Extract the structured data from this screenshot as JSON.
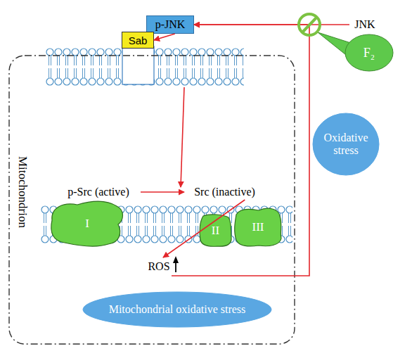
{
  "diagram": {
    "nodes": [
      {
        "text": [
          "Mitochondrion"
        ]
      },
      {
        "text": [
          "p-JNK"
        ]
      },
      {
        "text": [
          "Sab"
        ]
      },
      {
        "text": [
          "JNK"
        ]
      },
      {
        "text": [
          "F₂"
        ]
      },
      {
        "text": [
          "p-Src (active)"
        ],
        "in": 0
      },
      {
        "text": [
          "Src (inactive)"
        ],
        "in": 0
      },
      {
        "text": [
          "I"
        ],
        "in": 0
      },
      {
        "text": [
          "II"
        ],
        "in": 0
      },
      {
        "text": [
          "III"
        ],
        "in": 0
      },
      {
        "text": [
          "ROS"
        ],
        "in": 0
      },
      {
        "text": [
          "Mitochondrial oxidative stress"
        ],
        "in": 0
      },
      {
        "text": [
          "Oxidative stress"
        ]
      }
    ],
    "edges": [
      {
        "from": 3,
        "to": 1,
        "arrow": "to"
      },
      {
        "from": 1,
        "to": 2,
        "arrow": "to"
      },
      {
        "from": 5,
        "to": 6,
        "arrow": "to"
      },
      {
        "from": 6,
        "to": 10,
        "arrow": "to"
      },
      {
        "from": 10,
        "to": 1,
        "arrow": "to"
      }
    ]
  }
}
